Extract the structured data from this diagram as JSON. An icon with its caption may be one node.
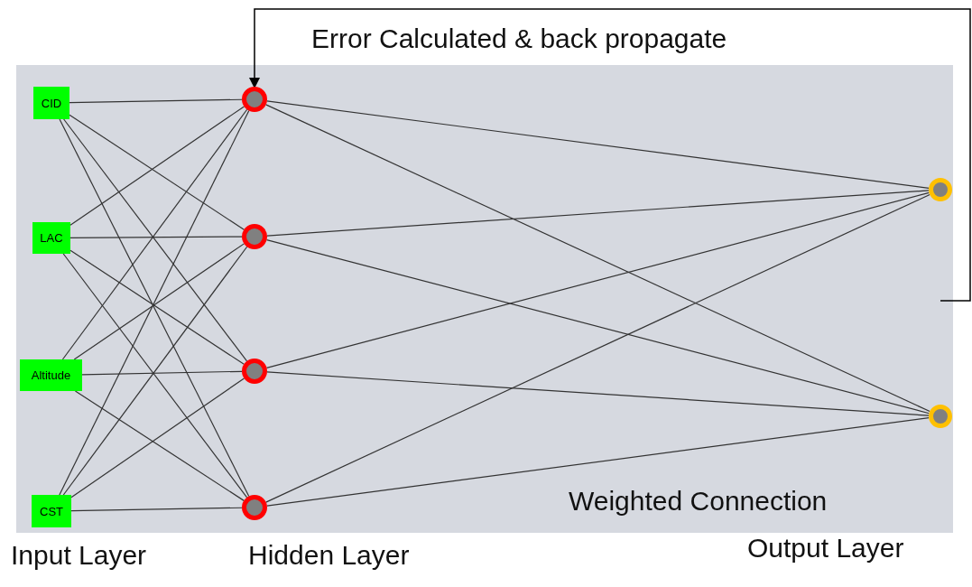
{
  "diagram": {
    "nodes": [
      {
        "text": [
          "Weighted Connection"
        ]
      },
      {
        "text": [
          "CID"
        ],
        "in": 0
      },
      {
        "text": [
          "LAC"
        ],
        "in": 0
      },
      {
        "text": [
          "Altitude"
        ],
        "in": 0
      },
      {
        "text": [
          "CST"
        ],
        "in": 0
      },
      {
        "text": [],
        "shape": "circle",
        "in": 0
      },
      {
        "text": [],
        "shape": "circle",
        "in": 0
      },
      {
        "text": [],
        "shape": "circle",
        "in": 0
      },
      {
        "text": [],
        "shape": "circle",
        "in": 0
      },
      {
        "text": [],
        "shape": "circle",
        "in": 0
      },
      {
        "text": [],
        "shape": "circle",
        "in": 0
      }
    ],
    "edges": [
      {
        "from": 1,
        "to": 5,
        "arrow": "none"
      },
      {
        "from": 1,
        "to": 6,
        "arrow": "none"
      },
      {
        "from": 1,
        "to": 7,
        "arrow": "none"
      },
      {
        "from": 1,
        "to": 8,
        "arrow": "none"
      },
      {
        "from": 2,
        "to": 5,
        "arrow": "none"
      },
      {
        "from": 2,
        "to": 6,
        "arrow": "none"
      },
      {
        "from": 2,
        "to": 7,
        "arrow": "none"
      },
      {
        "from": 2,
        "to": 8,
        "arrow": "none"
      },
      {
        "from": 3,
        "to": 5,
        "arrow": "none"
      },
      {
        "from": 3,
        "to": 6,
        "arrow": "none"
      },
      {
        "from": 3,
        "to": 7,
        "arrow": "none"
      },
      {
        "from": 3,
        "to": 8,
        "arrow": "none"
      },
      {
        "from": 4,
        "to": 5,
        "arrow": "none"
      },
      {
        "from": 4,
        "to": 6,
        "arrow": "none"
      },
      {
        "from": 4,
        "to": 7,
        "arrow": "none"
      },
      {
        "from": 4,
        "to": 8,
        "arrow": "none"
      },
      {
        "from": 5,
        "to": 9,
        "arrow": "none"
      },
      {
        "from": 5,
        "to": 10,
        "arrow": "none"
      },
      {
        "from": 6,
        "to": 9,
        "arrow": "none"
      },
      {
        "from": 6,
        "to": 10,
        "arrow": "none"
      },
      {
        "from": 7,
        "to": 9,
        "arrow": "none"
      },
      {
        "from": 7,
        "to": 10,
        "arrow": "none"
      },
      {
        "from": 8,
        "to": 9,
        "arrow": "none"
      },
      {
        "from": 8,
        "to": 10,
        "arrow": "none"
      },
      {
        "from": null,
        "to": 5,
        "arrow": "to",
        "label": "Error Calculated & back propagate"
      }
    ],
    "labels": [
      "Input Layer",
      "Hidden Layer",
      "Output Layer"
    ]
  }
}
